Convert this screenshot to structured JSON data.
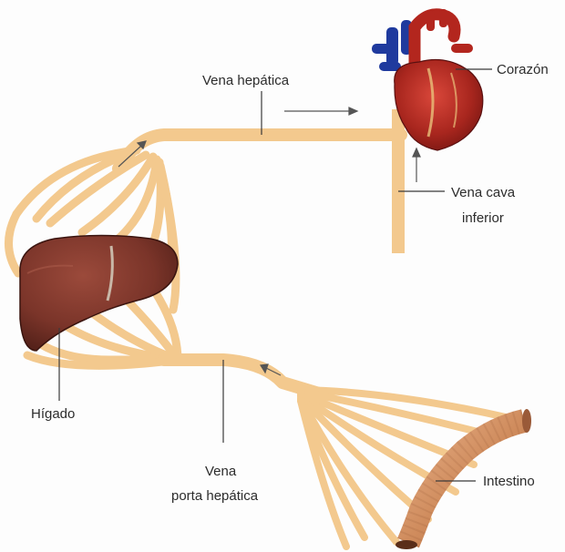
{
  "labels": {
    "vena_hepatica": "Vena hepática",
    "corazon": "Corazón",
    "vena_cava_line1": "Vena cava",
    "vena_cava_line2": "inferior",
    "higado": "Hígado",
    "vena_porta_line1": "Vena",
    "vena_porta_line2": "porta hepática",
    "intestino": "Intestino"
  },
  "colors": {
    "vessel": "#f3c98e",
    "vessel_shadow": "#e2b277",
    "liver": "#7a3429",
    "liver_dark": "#4e1e17",
    "heart_red": "#b3261e",
    "heart_blue": "#1f3a9e",
    "intestine": "#d99a6c",
    "leader_line": "#3a3a3a",
    "arrow": "#555555"
  },
  "icons": [
    "heart-illustration",
    "liver-illustration",
    "intestine-illustration",
    "flow-arrow"
  ]
}
